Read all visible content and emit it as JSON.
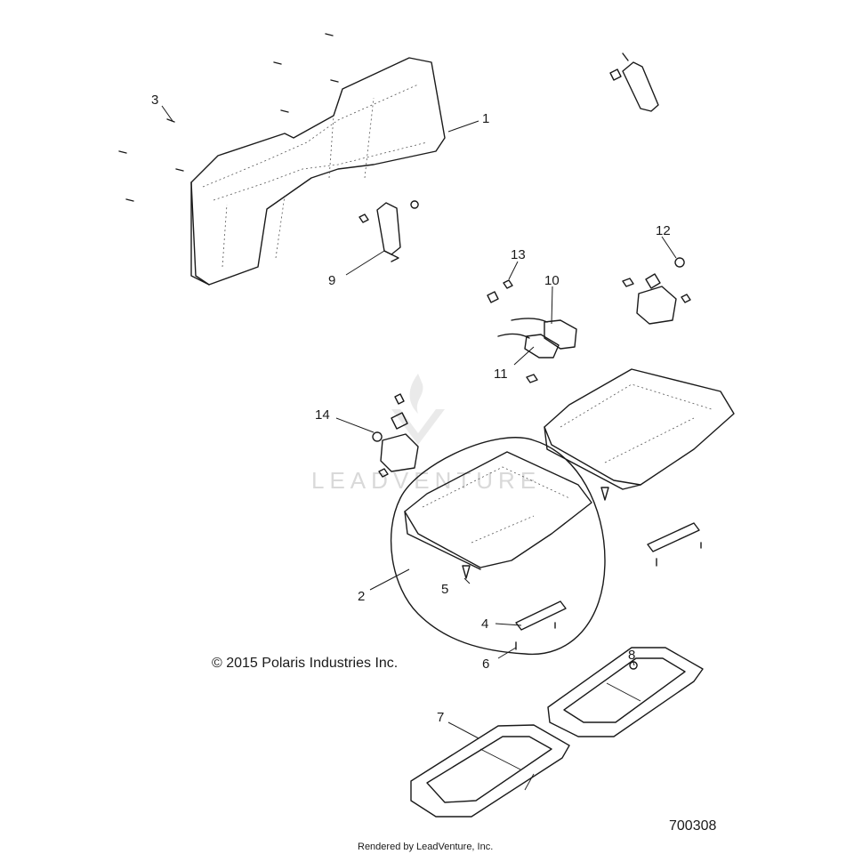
{
  "callouts": [
    "1",
    "2",
    "3",
    "4",
    "5",
    "6",
    "7",
    "8",
    "9",
    "10",
    "11",
    "12",
    "13",
    "14"
  ],
  "copyright": "© 2015 Polaris Industries Inc.",
  "diagram_number": "700308",
  "rendered_by": "Rendered by LeadVenture, Inc.",
  "watermark": "LEADVENTURE"
}
